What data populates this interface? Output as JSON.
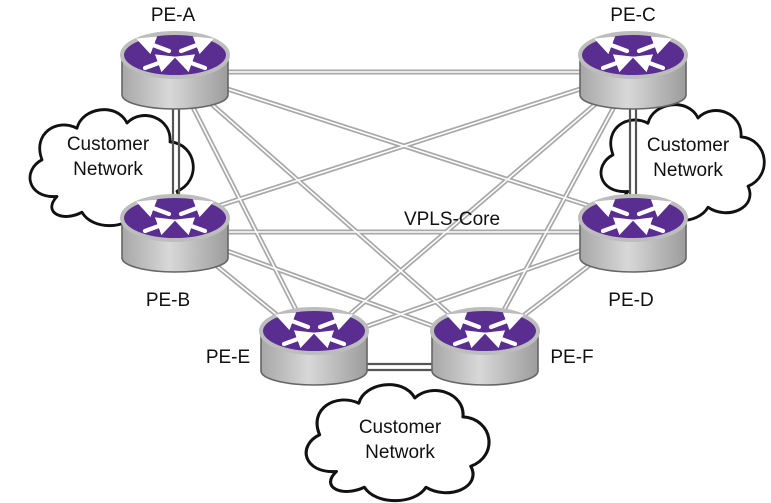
{
  "diagram": {
    "core_label": "VPLS-Core",
    "routers": [
      {
        "id": "pe-a",
        "label": "PE-A"
      },
      {
        "id": "pe-c",
        "label": "PE-C"
      },
      {
        "id": "pe-b",
        "label": "PE-B"
      },
      {
        "id": "pe-d",
        "label": "PE-D"
      },
      {
        "id": "pe-e",
        "label": "PE-E"
      },
      {
        "id": "pe-f",
        "label": "PE-F"
      }
    ],
    "clouds": [
      {
        "id": "left",
        "line1": "Customer",
        "line2": "Network"
      },
      {
        "id": "right",
        "line1": "Customer",
        "line2": "Network"
      },
      {
        "id": "bottom",
        "line1": "Customer",
        "line2": "Network"
      }
    ],
    "colors": {
      "router_top": "#5a2d91",
      "router_body": "#c4c4c4",
      "link": "#a8a8a8"
    },
    "icons": {
      "router": "router-icon",
      "cloud": "cloud-icon"
    }
  }
}
